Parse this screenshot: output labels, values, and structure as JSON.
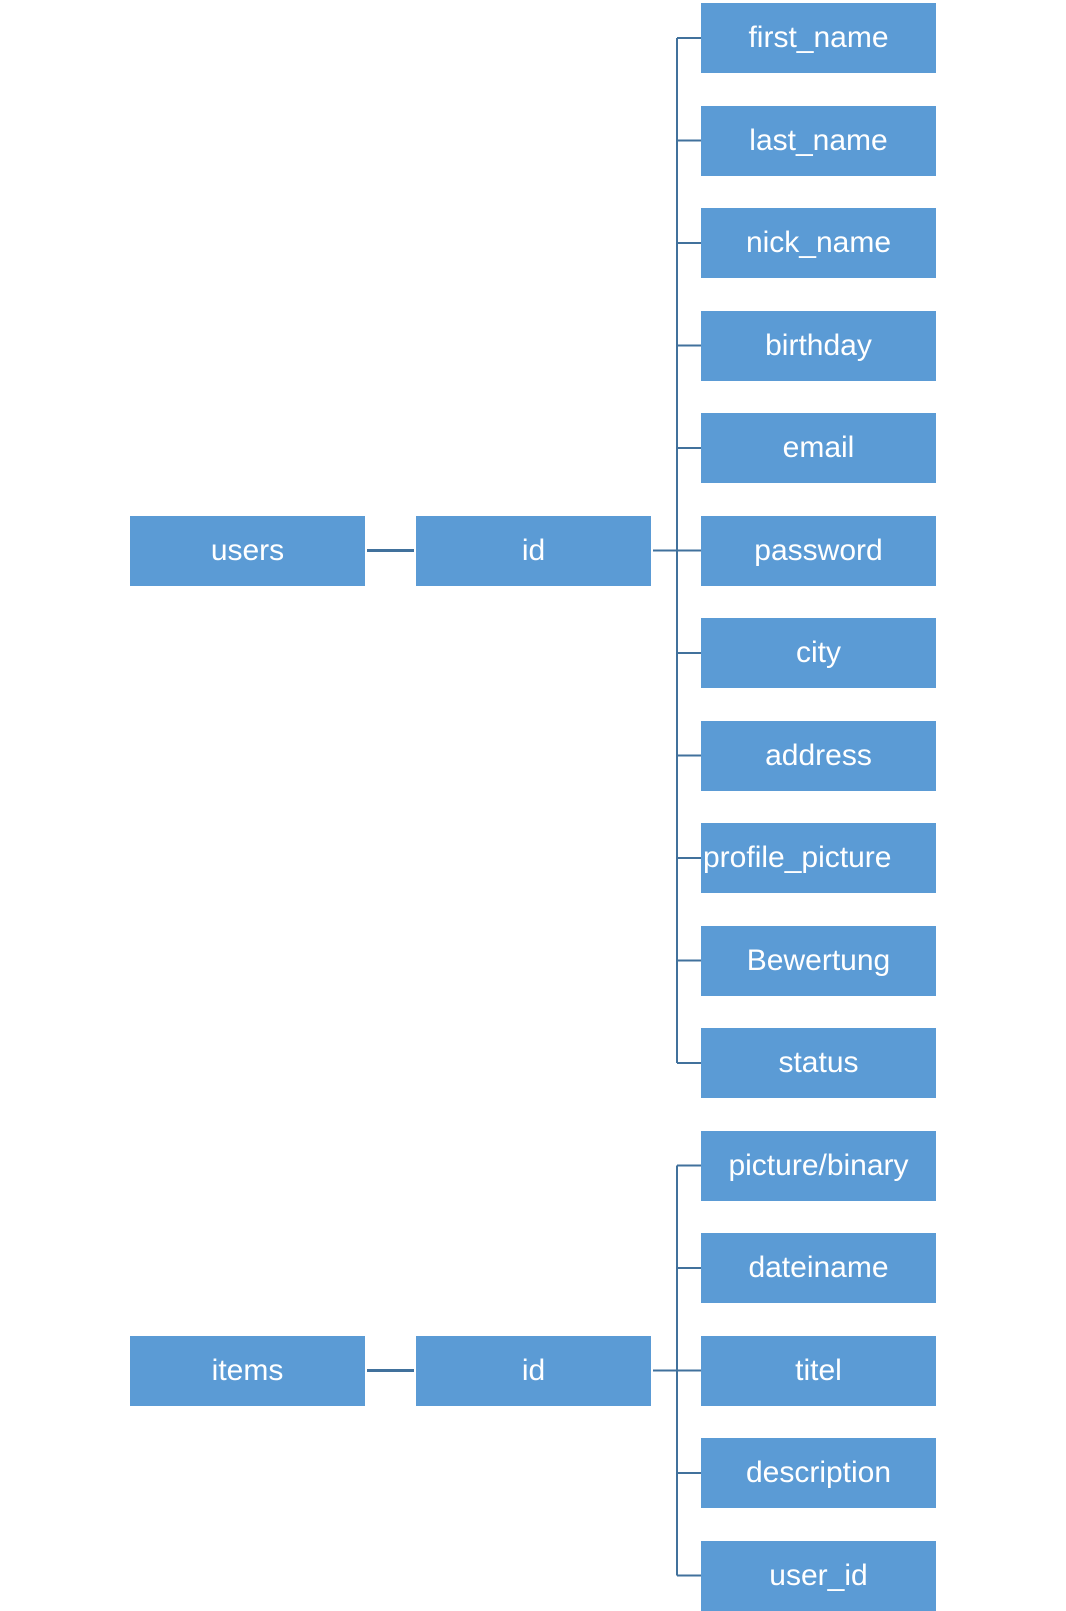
{
  "colors": {
    "box_fill": "#5b9bd5",
    "connector": "#41719c",
    "text": "#ffffff",
    "background": "#ffffff"
  },
  "trees": [
    {
      "table": "users",
      "key": "id",
      "fields": [
        "first_name",
        "last_name",
        "nick_name",
        "birthday",
        "email",
        "password",
        "city",
        "address",
        "profile_picture",
        "Bewertung",
        "status"
      ]
    },
    {
      "table": "items",
      "key": "id",
      "fields": [
        "picture/binary",
        "dateiname",
        "titel",
        "description",
        "user_id"
      ]
    }
  ]
}
